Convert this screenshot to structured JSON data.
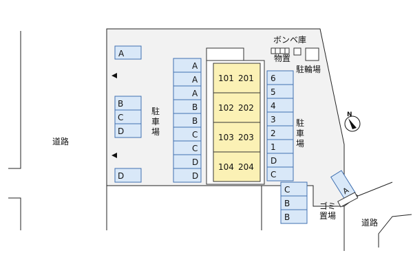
{
  "map": {
    "road_left": "道路",
    "road_right": "道路",
    "parking_label_left": [
      "駐",
      "車",
      "場"
    ],
    "parking_label_right": [
      "駐",
      "車",
      "場"
    ],
    "cylinder_store": "ボンベ庫",
    "storage": "物置",
    "bicycle_parking": "駐輪場",
    "garbage_area": [
      "ゴミ",
      "置場"
    ],
    "north_label": "N",
    "units": [
      {
        "left": "101",
        "right": "201"
      },
      {
        "left": "102",
        "right": "202"
      },
      {
        "left": "103",
        "right": "203"
      },
      {
        "left": "104",
        "right": "204"
      }
    ],
    "left_top_slot": "A",
    "left_mid_slots": [
      "B",
      "C",
      "D"
    ],
    "left_bottom_slot": "D",
    "center_slots": [
      "A",
      "A",
      "A",
      "B",
      "B",
      "C",
      "C",
      "D",
      "D"
    ],
    "right_slots": [
      "6",
      "5",
      "4",
      "3",
      "2",
      "1",
      "D",
      "C"
    ],
    "bottom_right_slots": [
      "C",
      "B",
      "B"
    ],
    "angled_slot": "A",
    "colors": {
      "site_fill": "#f2f2f2",
      "slot_fill": "#d9e8f8",
      "slot_stroke": "#3f6fb0",
      "building_fill": "#fbf1b5"
    }
  }
}
